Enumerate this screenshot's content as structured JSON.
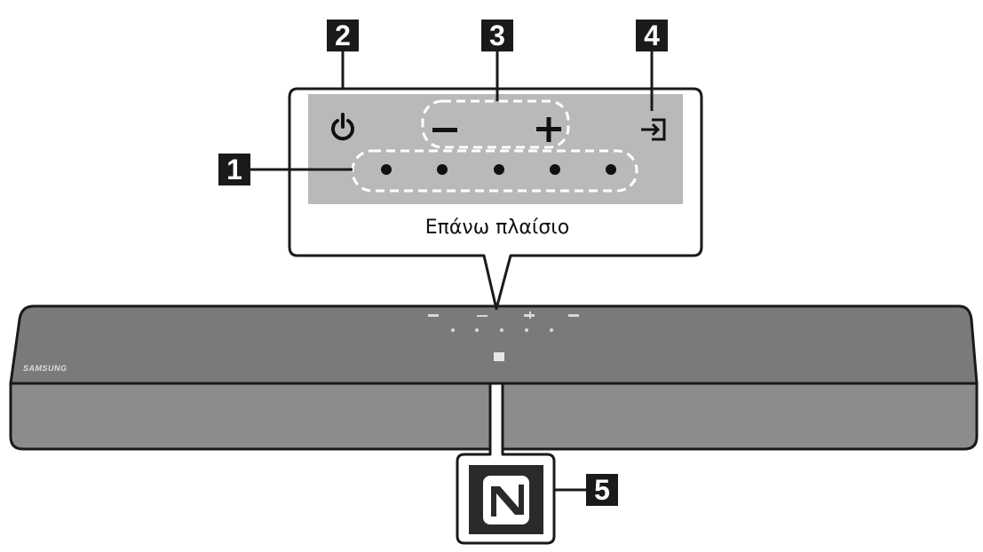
{
  "callouts": {
    "one": "1",
    "two": "2",
    "three": "3",
    "four": "4",
    "five": "5"
  },
  "panel_caption": "Επάνω πλαίσιο",
  "brand_logo_text": "SAMSUNG",
  "top_panel": {
    "controls": [
      "power-icon",
      "volume-minus-icon",
      "volume-plus-icon",
      "source-input-icon"
    ],
    "indicator_led_count": 5
  },
  "nfc_icon": "nfc-n-mark-icon",
  "colors": {
    "panel_gray": "#b9b9b9",
    "bar_top": "#7a7a7a",
    "bar_front": "#8c8c8c",
    "outline": "#1a1a1a",
    "badge": "#1a1a1a"
  }
}
